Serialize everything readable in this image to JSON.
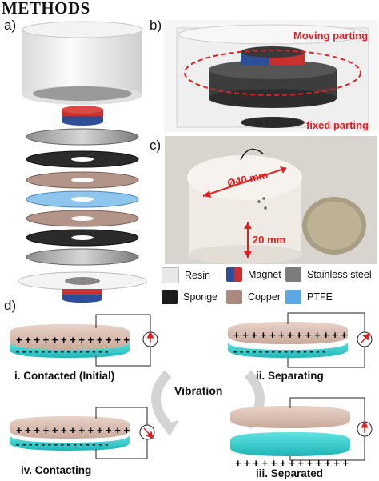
{
  "heading": "METHODS",
  "panels": {
    "a": "a)",
    "b": "b)",
    "c": "c)",
    "d": "d)"
  },
  "panel_b": {
    "moving_label": "Moving parting",
    "fixed_label": "fixed parting"
  },
  "panel_c": {
    "diameter_label": "Ø40 mm",
    "height_label": "20 mm"
  },
  "legend": [
    {
      "label": "Resin",
      "color": "#e8e8e6"
    },
    {
      "label": "Magnet",
      "color": "#c8312d"
    },
    {
      "label": "Stainless steel",
      "color": "#7c7c7c"
    },
    {
      "label": "Sponge",
      "color": "#1c1c1c"
    },
    {
      "label": "Copper",
      "color": "#a88a7e"
    },
    {
      "label": "PTFE",
      "color": "#5aa9e6"
    }
  ],
  "panel_d": {
    "states": [
      {
        "label": "i. Contacted (Initial)"
      },
      {
        "label": "ii. Separating"
      },
      {
        "label": "iii. Separated"
      },
      {
        "label": "iv. Contacting"
      }
    ],
    "cycle_label": "Vibration"
  }
}
